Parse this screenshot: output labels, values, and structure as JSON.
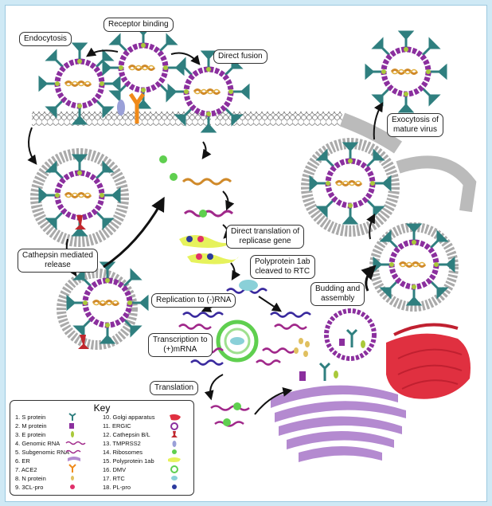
{
  "labels": {
    "receptor_binding": "Receptor binding",
    "endocytosis": "Endocytosis",
    "direct_fusion": "Direct fusion",
    "exocytosis": "Exocytosis of\nmature virus",
    "cathepsin_release": "Cathepsin mediated\nrelease",
    "direct_translation": "Direct translation of\nreplicase gene",
    "polyprotein_cleaved": "Polyprotein 1ab\ncleaved to RTC",
    "replication": "Replication to (-)RNA",
    "transcription": "Transcription to\n(+)mRNA",
    "translation": "Translation",
    "budding": "Budding and\nassembly"
  },
  "key": {
    "title": "Key",
    "left": [
      "1. S protein",
      "2. M protein",
      "3. E protein",
      "4. Genomic RNA",
      "5. Subgenomic RNA",
      "6. ER",
      "7.  ACE2",
      "8. N protein",
      "9. 3CL-pro"
    ],
    "right": [
      "10. Golgi apparatus",
      "11. ERGIC",
      "12. Cathepsin B/L",
      "13. TMPRSS2",
      "14. Ribosomes",
      "15. Polyprotein 1ab",
      "16. DMV",
      "17. RTC",
      "18. PL-pro"
    ]
  },
  "colors": {
    "spike": "#2f7f7f",
    "envelope": "#8b2f9e",
    "membrane": "#999999",
    "rna": "#d08a2a",
    "er": "#e03040",
    "golgi": "#b48ad0",
    "dmv": "#5fcf4f",
    "arrow": "#111111"
  }
}
